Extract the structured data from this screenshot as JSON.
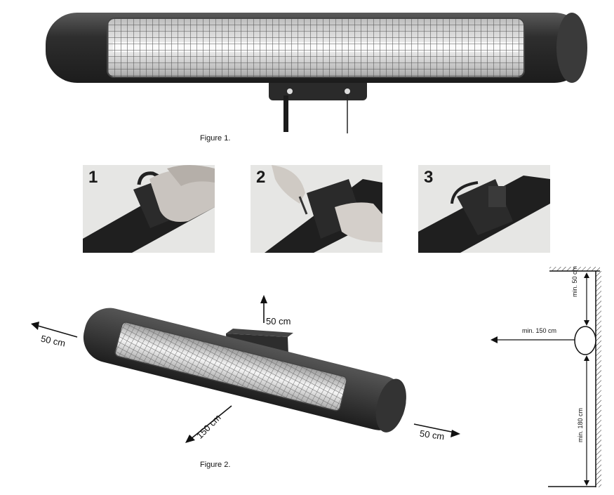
{
  "figure1": {
    "caption": "Figure 1."
  },
  "steps": [
    {
      "number": "1"
    },
    {
      "number": "2"
    },
    {
      "number": "3"
    }
  ],
  "figure2": {
    "caption": "Figure 2.",
    "clearance_top": "50 cm",
    "clearance_left": "50 cm",
    "clearance_right": "50 cm",
    "clearance_front": "150 cm"
  },
  "wall_diagram": {
    "min_ceiling": "min. 50 cm",
    "min_front": "min. 150 cm",
    "min_floor": "min. 180 cm"
  }
}
